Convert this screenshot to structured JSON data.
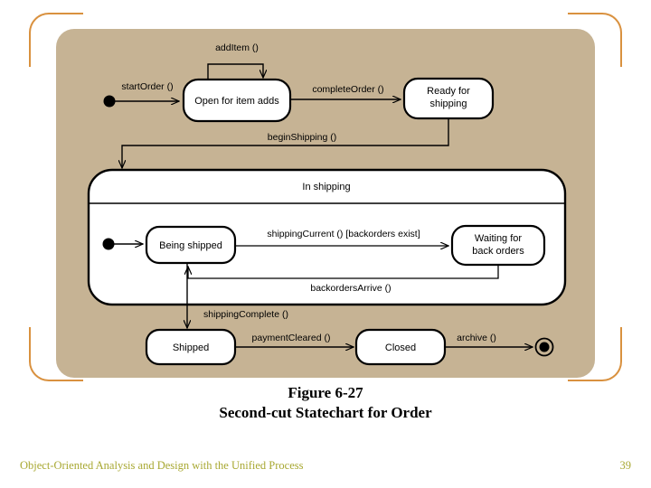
{
  "slide": {
    "background_color": "#ffffff",
    "panel_color": "#c6b394",
    "bracket_color": "#d9913f"
  },
  "caption": {
    "line1": "Figure 6-27",
    "line2": "Second-cut Statechart for Order"
  },
  "footer": {
    "text": "Object-Oriented Analysis and Design with the Unified Process",
    "page": "39",
    "color": "#a8a832"
  },
  "chart_data": {
    "type": "diagram",
    "diagram_kind": "uml-statechart",
    "title": "Second-cut Statechart for Order",
    "states": [
      {
        "id": "start",
        "kind": "initial",
        "label": ""
      },
      {
        "id": "open",
        "kind": "simple",
        "label": "Open for item adds"
      },
      {
        "id": "ready",
        "kind": "simple",
        "label": "Ready for shipping"
      },
      {
        "id": "in_shipping",
        "kind": "composite",
        "label": "In shipping"
      },
      {
        "id": "sub_start",
        "kind": "initial",
        "label": ""
      },
      {
        "id": "being",
        "kind": "simple",
        "label": "Being shipped"
      },
      {
        "id": "waiting",
        "kind": "simple",
        "label": "Waiting for back orders"
      },
      {
        "id": "shipped",
        "kind": "simple",
        "label": "Shipped"
      },
      {
        "id": "closed",
        "kind": "simple",
        "label": "Closed"
      },
      {
        "id": "final",
        "kind": "final",
        "label": ""
      }
    ],
    "transitions": [
      {
        "from": "start",
        "to": "open",
        "label": "startOrder ()"
      },
      {
        "from": "open",
        "to": "open",
        "label": "addItem ()"
      },
      {
        "from": "open",
        "to": "ready",
        "label": "completeOrder ()"
      },
      {
        "from": "ready",
        "to": "in_shipping",
        "label": "beginShipping ()"
      },
      {
        "from": "sub_start",
        "to": "being",
        "label": ""
      },
      {
        "from": "being",
        "to": "waiting",
        "label": "shippingCurrent () [backorders exist]"
      },
      {
        "from": "waiting",
        "to": "being",
        "label": "backordersArrive ()"
      },
      {
        "from": "being",
        "to": "shipped",
        "label": "shippingComplete ()"
      },
      {
        "from": "shipped",
        "to": "closed",
        "label": "paymentCleared ()"
      },
      {
        "from": "closed",
        "to": "final",
        "label": "archive ()"
      }
    ],
    "labels": {
      "start_order": "startOrder ()",
      "add_item": "addItem ()",
      "complete_order": "completeOrder ()",
      "begin_shipping": "beginShipping ()",
      "shipping_current": "shippingCurrent () [backorders exist]",
      "backorders_arrive": "backordersArrive ()",
      "shipping_complete": "shippingComplete ()",
      "payment_cleared": "paymentCleared ()",
      "archive": "archive ()"
    },
    "state_labels": {
      "open": "Open for item adds",
      "ready_line1": "Ready for",
      "ready_line2": "shipping",
      "in_shipping": "In shipping",
      "being_shipped": "Being shipped",
      "waiting_line1": "Waiting for",
      "waiting_line2": "back orders",
      "shipped": "Shipped",
      "closed": "Closed"
    }
  }
}
